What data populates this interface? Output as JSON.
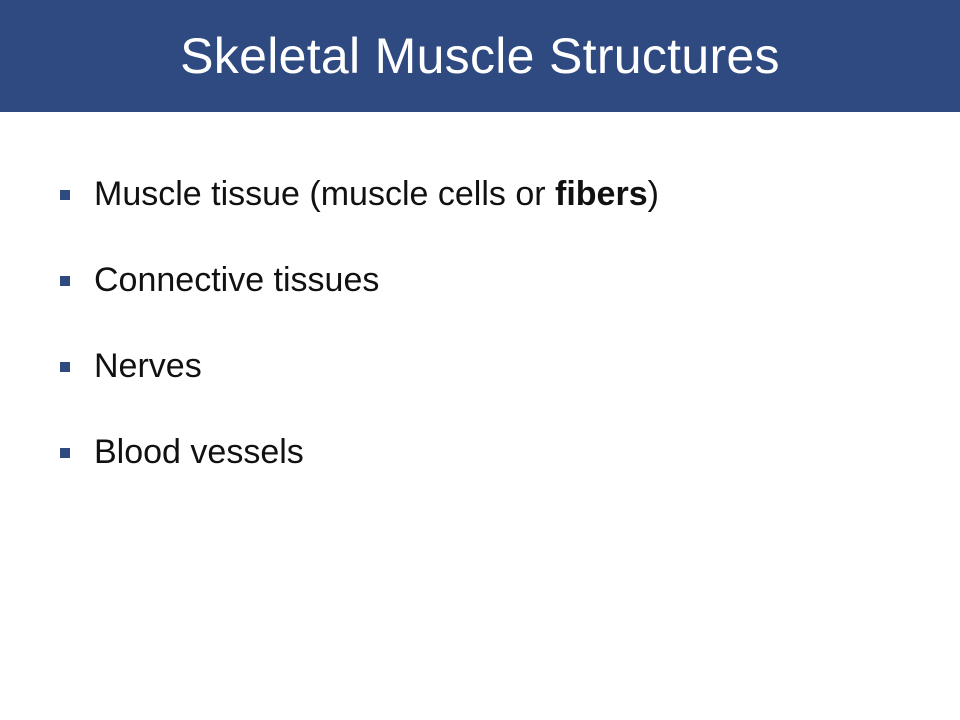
{
  "slide": {
    "title": "Skeletal Muscle Structures",
    "colors": {
      "title_bar": "#2f4a80",
      "title_text": "#ffffff",
      "bullet_marker": "#2f4a80",
      "body_text": "#111111"
    },
    "bullet_icon": "square-bullet-icon",
    "bullets": [
      {
        "before": "Muscle tissue (muscle cells or ",
        "bold": "fibers",
        "after": ")"
      },
      {
        "text": "Connective tissues"
      },
      {
        "text": "Nerves"
      },
      {
        "text": "Blood vessels"
      }
    ]
  }
}
